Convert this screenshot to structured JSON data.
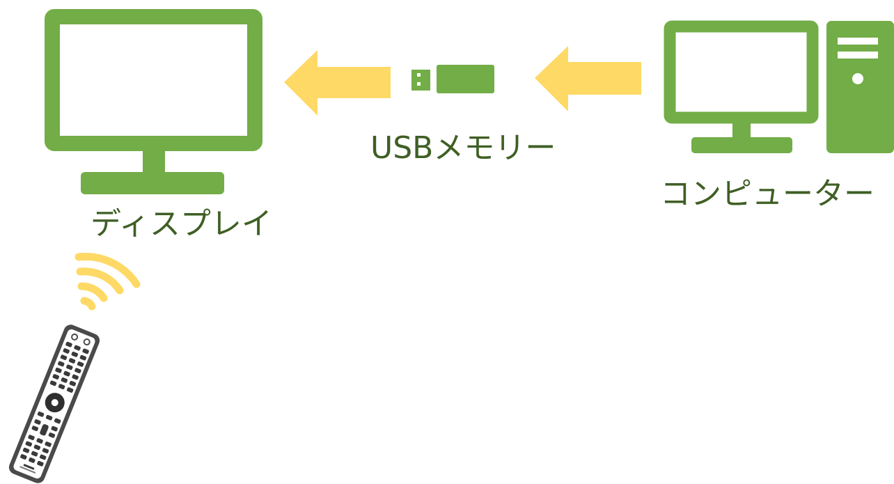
{
  "colors": {
    "device_green": "#72ad47",
    "arrow_yellow": "#fed966",
    "label_text": "#3f5f25",
    "remote_body": "#4a4a4a",
    "remote_face": "#ffffff"
  },
  "labels": {
    "display": "ディスプレイ",
    "usb_memory": "USBメモリー",
    "computer": "コンピューター"
  },
  "icons": {
    "display": "monitor-icon",
    "usb_memory": "usb-stick-icon",
    "computer": "desktop-computer-icon",
    "remote": "remote-control-icon",
    "signal": "wireless-signal-icon",
    "arrow": "left-arrow-icon"
  }
}
